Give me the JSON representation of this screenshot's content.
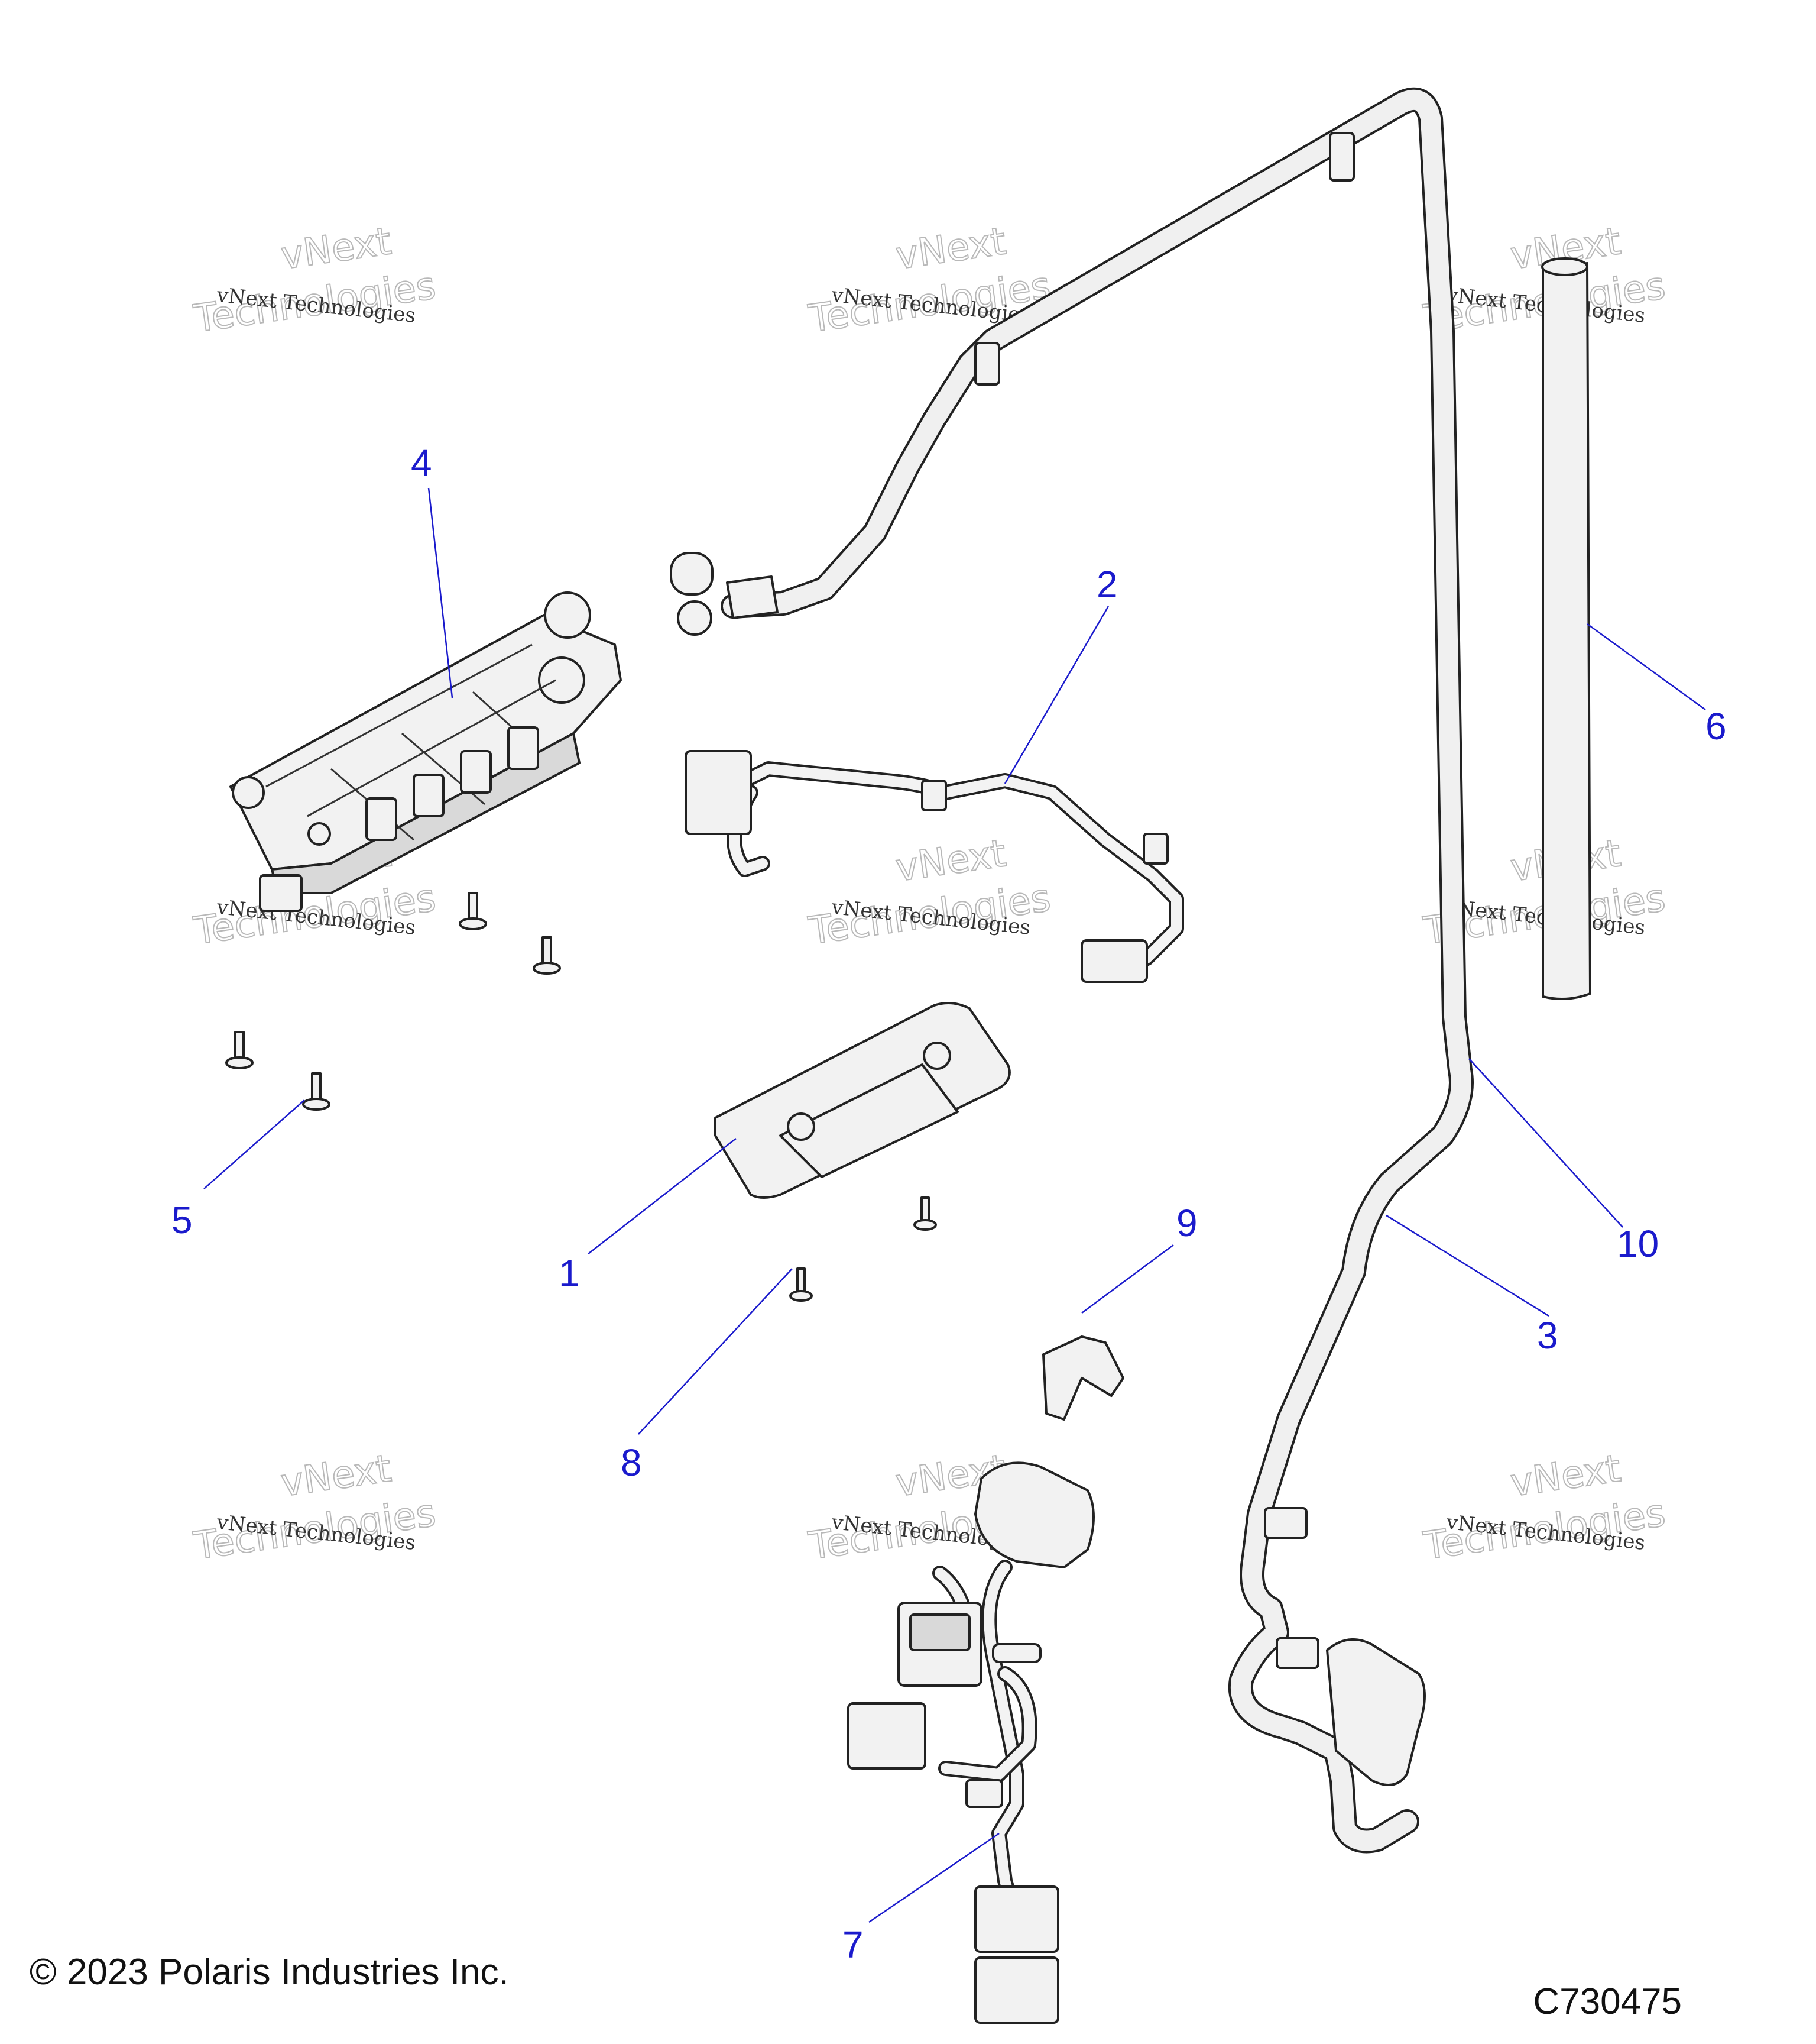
{
  "diagram": {
    "callouts": [
      "1",
      "2",
      "3",
      "4",
      "5",
      "6",
      "7",
      "8",
      "9",
      "10"
    ],
    "watermark": {
      "line1": "vNext Technologies",
      "ghost_line1": "vNext",
      "ghost_line2": "Technologies"
    },
    "copyright": "© 2023 Polaris Industries Inc.",
    "figure_code": "C730475"
  }
}
